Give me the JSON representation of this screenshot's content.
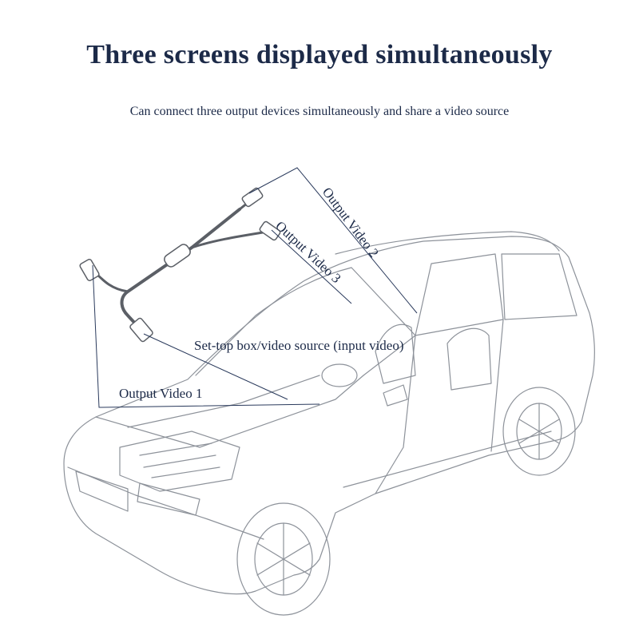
{
  "header": {
    "title": "Three screens displayed simultaneously",
    "subtitle": "Can connect three output devices simultaneously and share a video source"
  },
  "labels": {
    "input": "Set-top box/video source (input video)",
    "output1": "Output Video 1",
    "output2": "Output Video 2",
    "output3": "Output Video 3"
  },
  "colors": {
    "text": "#1c2a48",
    "leader_line": "#2a3a5c",
    "car_line": "#8d929a",
    "cable": "#5b5f66"
  }
}
